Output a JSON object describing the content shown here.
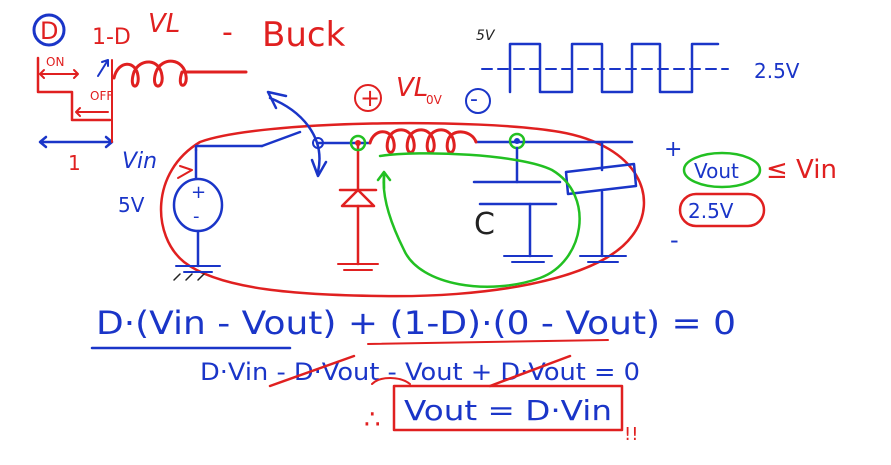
{
  "title": {
    "d_circle": "D",
    "one_minus_d": "1-D",
    "vl": "VL",
    "dash": "-",
    "buck": "Buck"
  },
  "switch_timing": {
    "on": "ON",
    "off": "OFF",
    "period": "1"
  },
  "waveform": {
    "high": "5V",
    "avg": "2.5V",
    "low": "0V"
  },
  "circuit": {
    "vin": "Vin",
    "source_value": "5V",
    "plus": "+",
    "minus": "-",
    "inductor_v": "VL",
    "capacitor": "C",
    "out_plus": "+",
    "out_minus": "-",
    "vout": "Vout",
    "vout_value": "2.5V",
    "le_vin": "≤ Vin"
  },
  "equations": {
    "line1": "D·(Vin - Vout) + (1-D)·(0 - Vout) = 0",
    "line2": "D·Vin - D·Vout - Vout + D·Vout = 0",
    "therefore": "∴",
    "result": "Vout = D·Vin",
    "exclaim": "!!"
  }
}
